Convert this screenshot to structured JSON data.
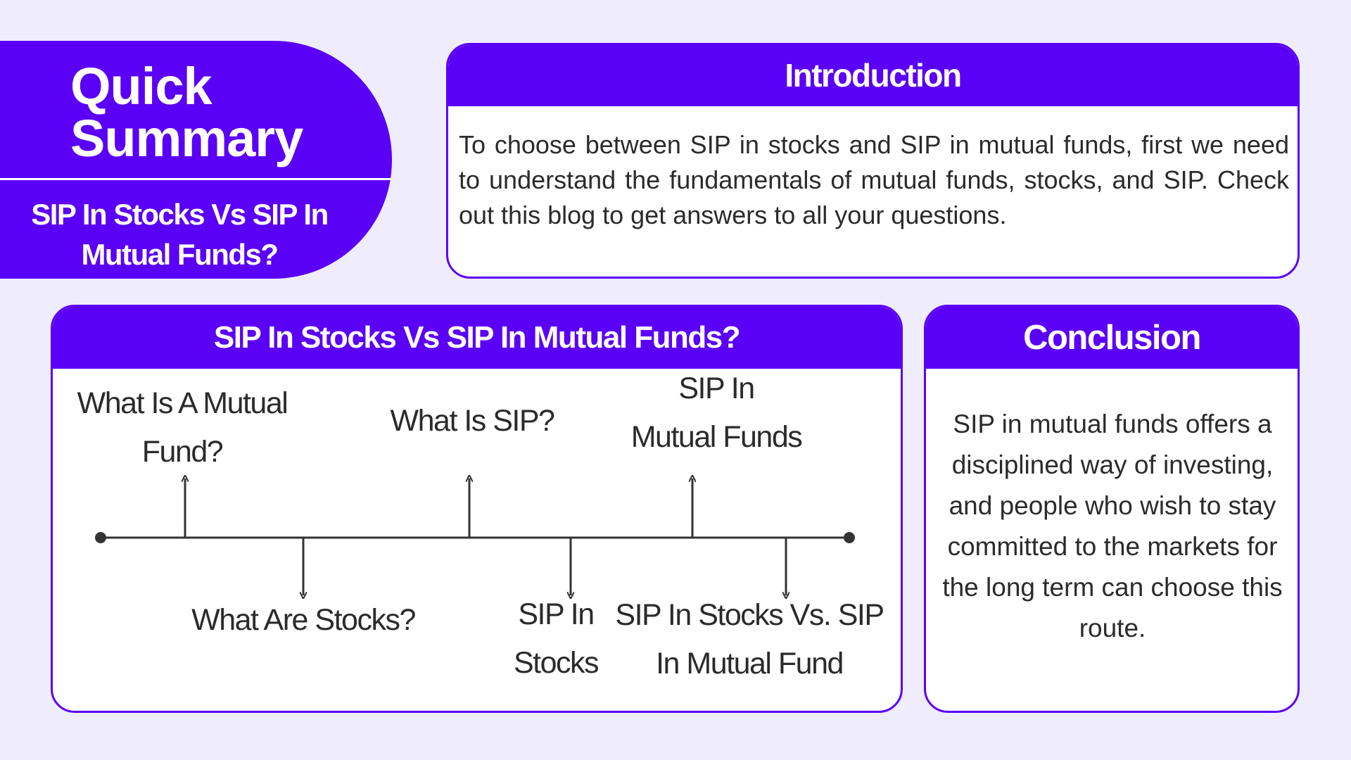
{
  "summary": {
    "title_line1": "Quick",
    "title_line2": "Summary",
    "subtitle_line1": "SIP In Stocks Vs SIP In",
    "subtitle_line2": "Mutual Funds?"
  },
  "introduction": {
    "heading": "Introduction",
    "body": "To choose between SIP in stocks and SIP in mutual funds, first we need to understand the fundamentals of mutual funds, stocks, and SIP. Check out this blog to get answers to all your questions."
  },
  "timeline": {
    "heading": "SIP In Stocks Vs SIP In Mutual Funds?",
    "topics": [
      {
        "line1": "What Is A Mutual",
        "line2": "Fund?"
      },
      {
        "line1": "What Are Stocks?",
        "line2": ""
      },
      {
        "line1": "What Is SIP?",
        "line2": ""
      },
      {
        "line1": "SIP In",
        "line2": "Stocks"
      },
      {
        "line1": "SIP In",
        "line2": "Mutual Funds"
      },
      {
        "line1": "SIP In Stocks Vs. SIP",
        "line2": "In Mutual Fund"
      }
    ]
  },
  "conclusion": {
    "heading": "Conclusion",
    "body": "SIP in mutual funds offers a disciplined way of investing, and people who wish to stay committed to the markets for the long term can choose this route."
  },
  "colors": {
    "accent": "#5b00f6",
    "background": "#efedfd",
    "text": "#2b2b2b",
    "card": "#ffffff"
  }
}
